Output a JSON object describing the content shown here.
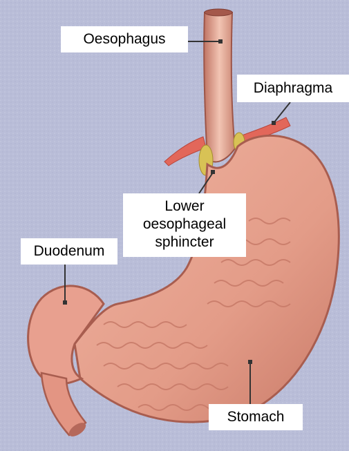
{
  "labels": {
    "oesophagus": "Oesophagus",
    "diaphragma": "Diaphragma",
    "lower_line1": "Lower",
    "lower_line2": "oesophageal",
    "lower_line3": "sphincter",
    "duodenum": "Duodenum",
    "stomach": "Stomach"
  },
  "colors": {
    "background": "#b9bdd8",
    "tissue": "#e8a08f",
    "tissue_dark": "#c0695c",
    "diaphragm": "#e2675a",
    "sphincter": "#d8c255",
    "leader": "#333333"
  }
}
